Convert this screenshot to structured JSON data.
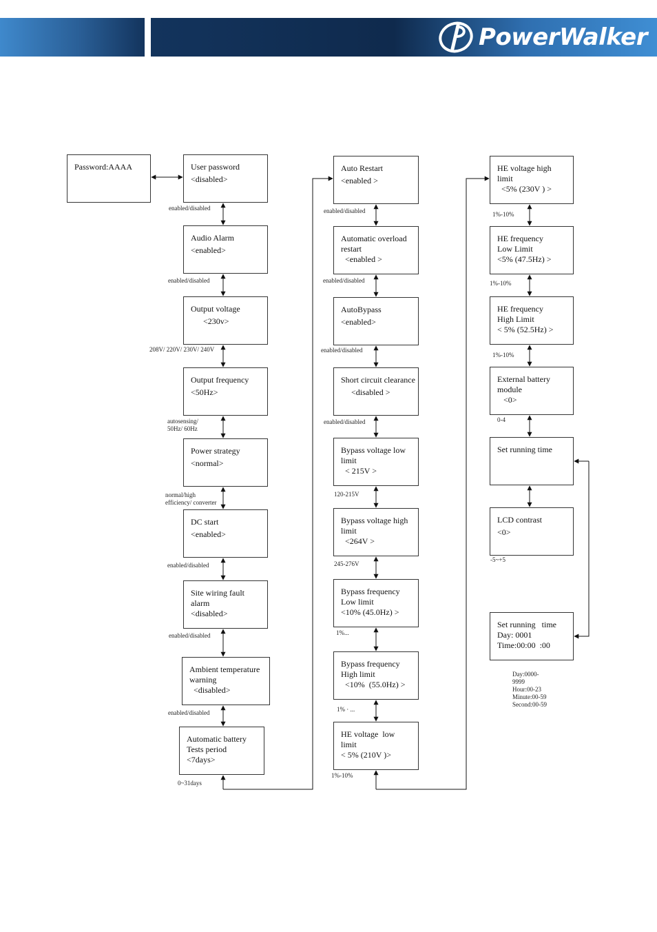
{
  "brand": {
    "name": "PowerWalker"
  },
  "nodes": [
    {
      "id": "password",
      "lines": [
        "Password:AAAA"
      ]
    },
    {
      "id": "user-password",
      "lines": [
        "User password",
        "<disabled>"
      ]
    },
    {
      "id": "audio-alarm",
      "lines": [
        "Audio Alarm",
        "<enabled>"
      ]
    },
    {
      "id": "output-voltage",
      "lines": [
        "Output voltage",
        "      <230v>"
      ]
    },
    {
      "id": "output-frequency",
      "lines": [
        "Output frequency",
        "<50Hz>"
      ]
    },
    {
      "id": "power-strategy",
      "lines": [
        "Power strategy",
        "<normal>"
      ]
    },
    {
      "id": "dc-start",
      "lines": [
        "DC start",
        "<enabled>"
      ]
    },
    {
      "id": "site-wiring-fault",
      "lines": [
        "Site wiring fault",
        "alarm",
        "<disabled>"
      ]
    },
    {
      "id": "ambient-temperature",
      "lines": [
        "Ambient temperature",
        "warning",
        "  <disabled>"
      ]
    },
    {
      "id": "battery-tests",
      "lines": [
        "Automatic battery",
        "Tests period",
        "<7days>"
      ]
    },
    {
      "id": "auto-restart",
      "lines": [
        "Auto Restart",
        "<enabled >"
      ]
    },
    {
      "id": "overload-restart",
      "lines": [
        "Automatic overload",
        "restart",
        "  <enabled >"
      ]
    },
    {
      "id": "autobypass",
      "lines": [
        "AutoBypass",
        "<enabled>"
      ]
    },
    {
      "id": "short-circuit",
      "lines": [
        "Short circuit clearance",
        "     <disabled >"
      ]
    },
    {
      "id": "bypass-voltage-low",
      "lines": [
        "Bypass voltage low",
        "limit",
        "  < 215V >"
      ]
    },
    {
      "id": "bypass-voltage-high",
      "lines": [
        "Bypass voltage high",
        "limit",
        "  <264V >"
      ]
    },
    {
      "id": "bypass-freq-low",
      "lines": [
        "Bypass frequency",
        "Low limit",
        "<10% (45.0Hz) >"
      ]
    },
    {
      "id": "bypass-freq-high",
      "lines": [
        "Bypass frequency",
        "High limit",
        "  <10%  (55.0Hz) >"
      ]
    },
    {
      "id": "he-voltage-low",
      "lines": [
        "HE voltage  low",
        "limit",
        "< 5% (210V )>"
      ]
    },
    {
      "id": "he-voltage-high",
      "lines": [
        "HE voltage high",
        "limit",
        "  <5% (230V ) >"
      ]
    },
    {
      "id": "he-freq-low",
      "lines": [
        "HE frequency",
        "Low Limit",
        "<5% (47.5Hz) >"
      ]
    },
    {
      "id": "he-freq-high",
      "lines": [
        "HE frequency",
        "High Limit",
        "< 5% (52.5Hz) >"
      ]
    },
    {
      "id": "external-battery",
      "lines": [
        "External battery",
        "module",
        "   <0>"
      ]
    },
    {
      "id": "set-running-time",
      "lines": [
        "Set running time"
      ]
    },
    {
      "id": "lcd-contrast",
      "lines": [
        "LCD contrast",
        "<0>"
      ]
    },
    {
      "id": "set-running-time-detail",
      "lines": [
        "Set running   time",
        "Day: 0001",
        "Time:00:00  :00"
      ]
    }
  ],
  "range_labels": [
    {
      "id": "r1",
      "text": "enabled/disabled"
    },
    {
      "id": "r2",
      "text": "enabled/disabled"
    },
    {
      "id": "r3",
      "text": "208V/ 220V/ 230V/ 240V"
    },
    {
      "id": "r4",
      "text": "autosensing/\n50Hz/ 60Hz"
    },
    {
      "id": "r5",
      "text": "normal/high\nefficiency/ converter"
    },
    {
      "id": "r6",
      "text": "enabled/disabled"
    },
    {
      "id": "r7",
      "text": "enabled/disabled"
    },
    {
      "id": "r8",
      "text": "enabled/disabled"
    },
    {
      "id": "r9",
      "text": "0~31days"
    },
    {
      "id": "r10",
      "text": "enabled/disabled"
    },
    {
      "id": "r11",
      "text": "enabled/disabled"
    },
    {
      "id": "r12",
      "text": "enabled/disabled"
    },
    {
      "id": "r13",
      "text": "enabled/disabled"
    },
    {
      "id": "r14",
      "text": "120-215V"
    },
    {
      "id": "r15",
      "text": "245-276V"
    },
    {
      "id": "r16",
      "text": "1%..."
    },
    {
      "id": "r17",
      "text": "1% · ..."
    },
    {
      "id": "r18",
      "text": "1%-10%"
    },
    {
      "id": "r19",
      "text": "1%-10%"
    },
    {
      "id": "r20",
      "text": "1%-10%"
    },
    {
      "id": "r21",
      "text": "1%-10%"
    },
    {
      "id": "r22",
      "text": "0-4"
    },
    {
      "id": "r23",
      "text": "-5~+5"
    },
    {
      "id": "r24",
      "text": "Day:0000-\n9999\nHour:00-23\nMinute:00-59\nSecond:00-59"
    }
  ]
}
